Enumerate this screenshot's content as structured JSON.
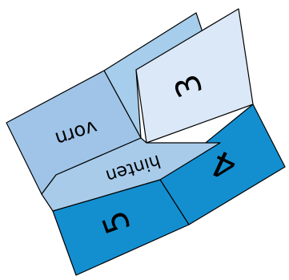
{
  "diagram": {
    "panels": [
      {
        "id": "vorn",
        "label": "vorn",
        "fill": "#9fc4e8"
      },
      {
        "id": "back-top",
        "label": "",
        "fill": "#a6cdeb"
      },
      {
        "id": "panel-3",
        "label": "3",
        "fill": "#dbe8f8"
      },
      {
        "id": "panel-4",
        "label": "4",
        "fill": "#138fd0"
      },
      {
        "id": "panel-5",
        "label": "5",
        "fill": "#138fd0"
      },
      {
        "id": "hinten",
        "label": "hinten",
        "fill": "#a8cbea"
      }
    ],
    "stroke_color": "#000000"
  }
}
